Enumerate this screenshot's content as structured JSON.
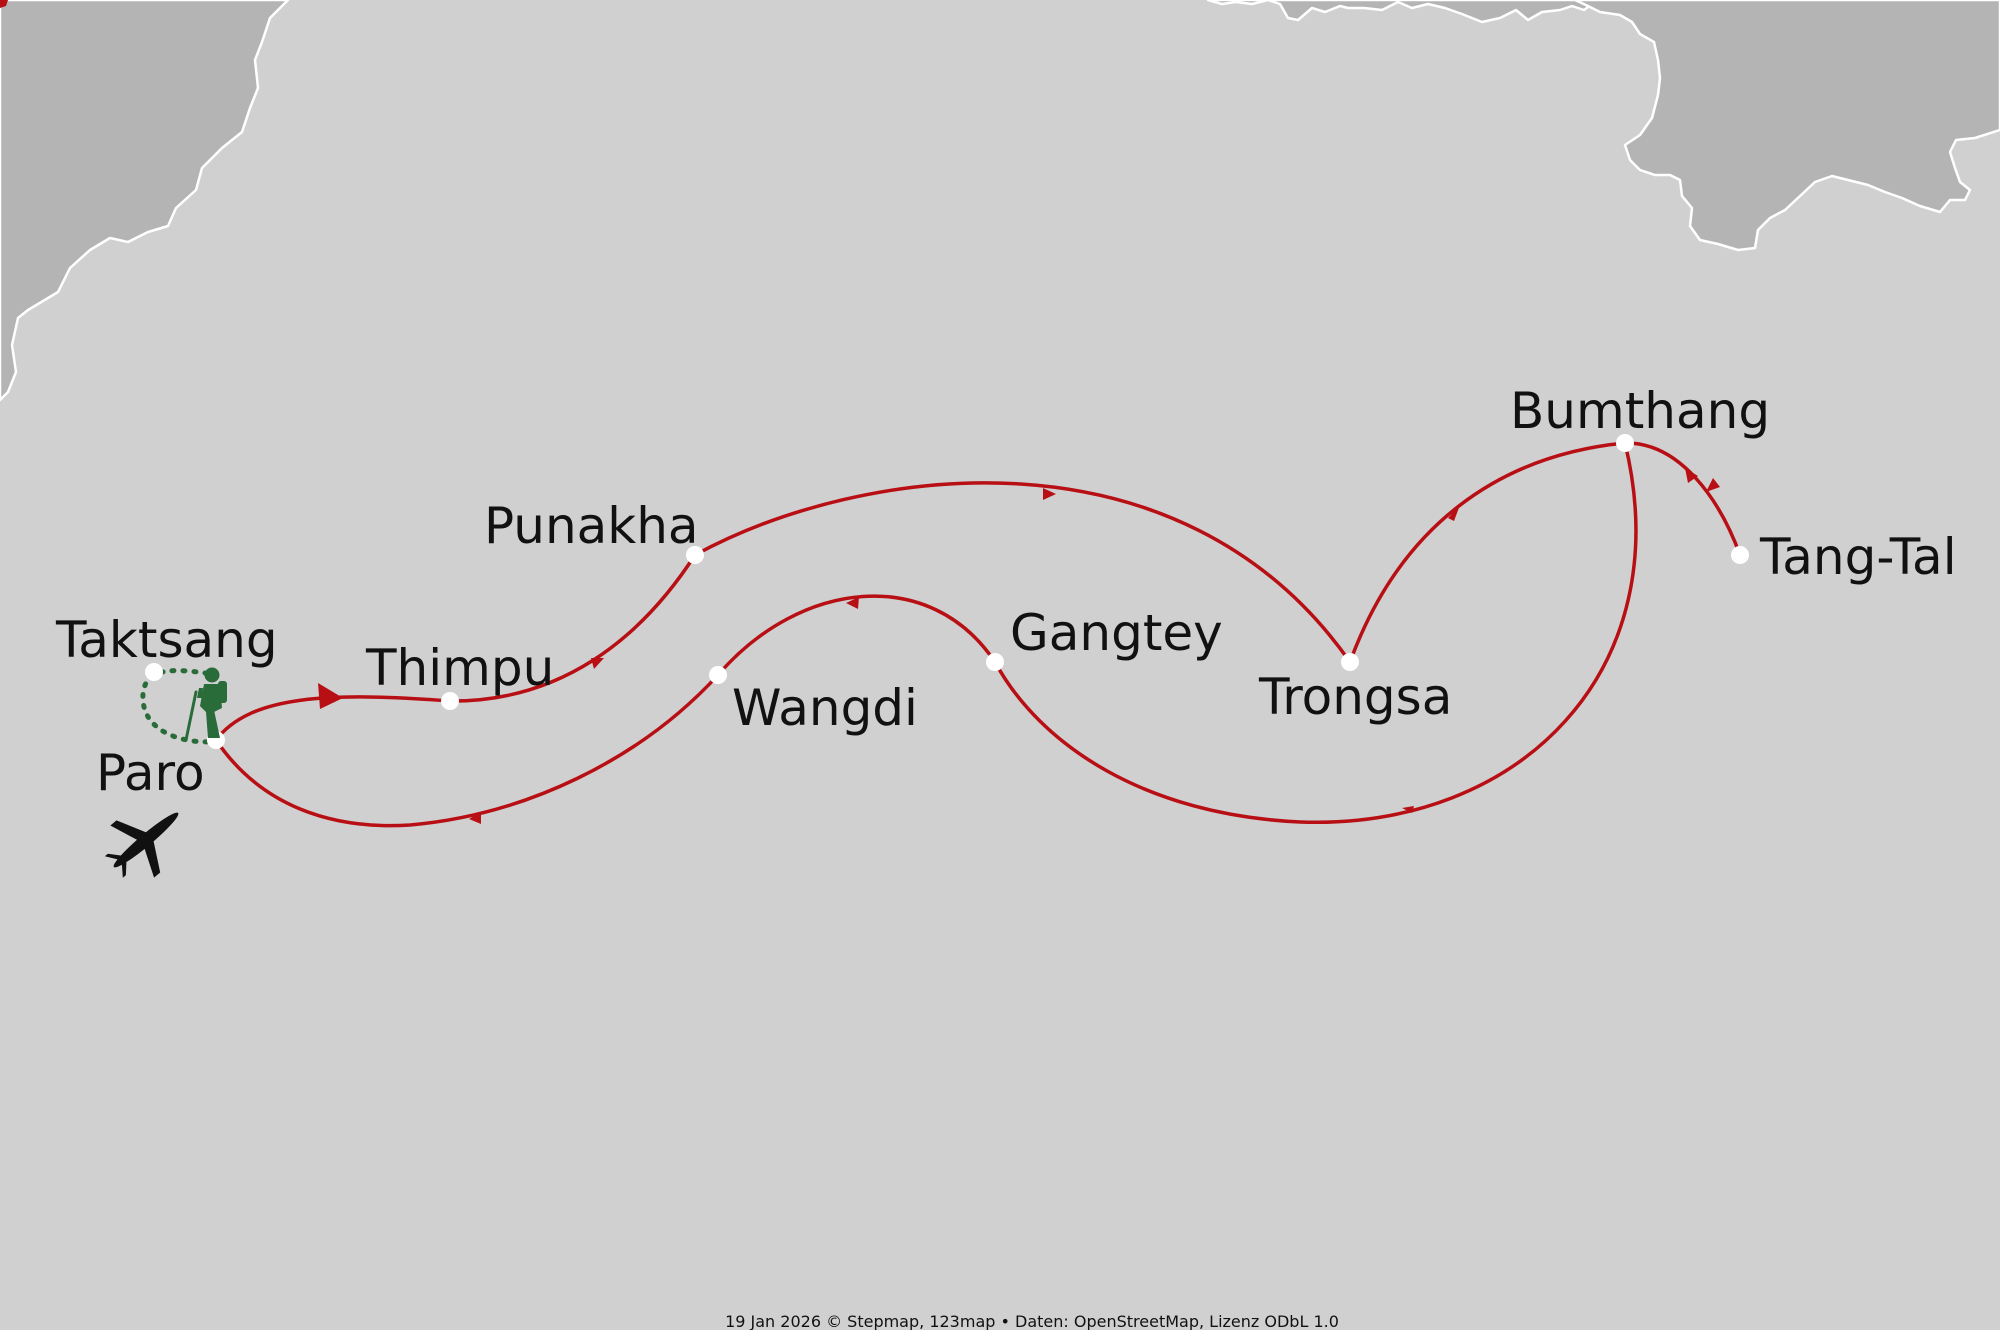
{
  "map": {
    "colors": {
      "land": "#d0d0d0",
      "neighbor": "#b4b4b4",
      "border": "#ffffff",
      "route": "#b80f14",
      "hike": "#2a6b3a",
      "marker": "#ffffff",
      "text": "#111111"
    },
    "places": {
      "taktsang": "Taktsang",
      "paro": "Paro",
      "thimpu": "Thimpu",
      "punakha": "Punakha",
      "wangdi": "Wangdi",
      "gangtey": "Gangtey",
      "trongsa": "Trongsa",
      "bumthang": "Bumthang",
      "tang_tal": "Tang-Tal"
    },
    "icons": {
      "airport": "airplane-icon",
      "hiking": "hiker-icon"
    },
    "attribution": "19 Jan 2026 © Stepmap, 123map • Daten: OpenStreetMap, Lizenz ODbL 1.0"
  }
}
